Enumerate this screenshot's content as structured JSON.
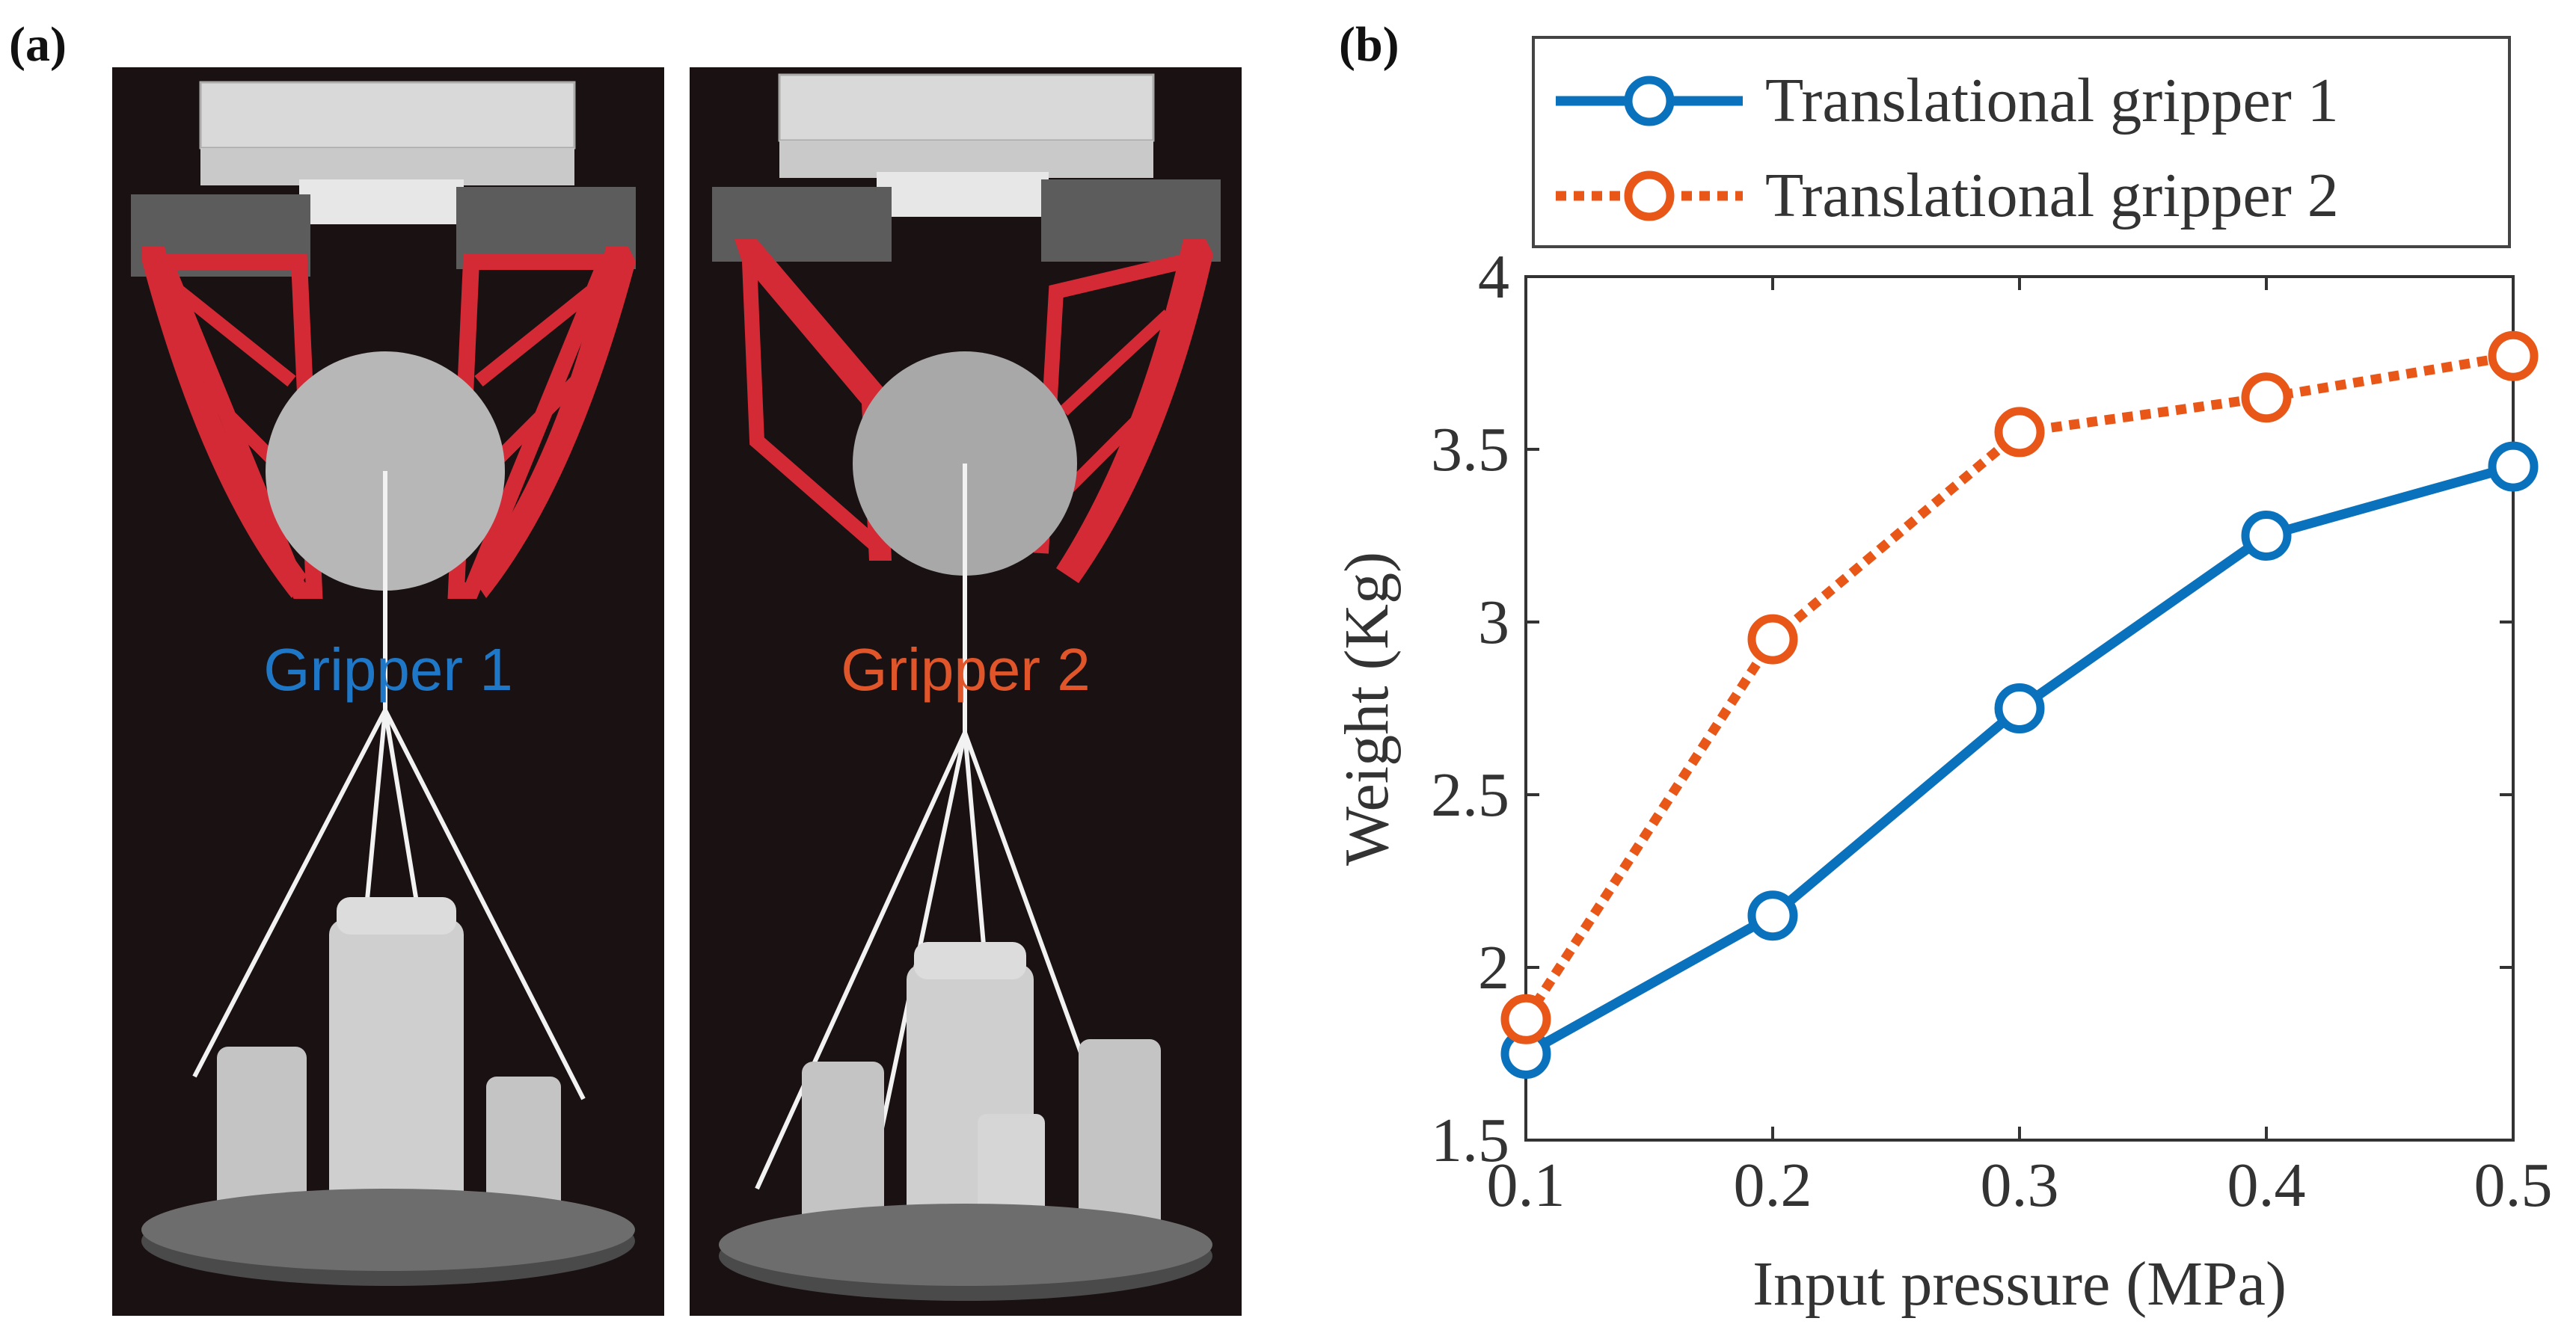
{
  "panels": {
    "a_label": "(a)",
    "b_label": "(b)"
  },
  "photos": [
    {
      "caption": "Gripper 1",
      "caption_color": "#1f77c8"
    },
    {
      "caption": "Gripper 2",
      "caption_color": "#e0562a"
    }
  ],
  "colors": {
    "finger_red": "#d42a35",
    "photo_bg": "#1a1112",
    "series1": "#0a72bd",
    "series2": "#e85618"
  },
  "chart_data": {
    "type": "line",
    "x": [
      0.1,
      0.2,
      0.3,
      0.4,
      0.5
    ],
    "series": [
      {
        "name": "Translational gripper 1",
        "values": [
          1.75,
          2.15,
          2.75,
          3.25,
          3.45
        ],
        "color": "#0a72bd",
        "line_style": "solid",
        "marker": "circle"
      },
      {
        "name": "Translational gripper 2",
        "values": [
          1.85,
          2.95,
          3.55,
          3.65,
          3.77
        ],
        "color": "#e85618",
        "line_style": "dotted",
        "marker": "circle"
      }
    ],
    "xlabel": "Input pressure (MPa)",
    "ylabel": "Weight (Kg)",
    "xlim": [
      0.1,
      0.5
    ],
    "ylim": [
      1.5,
      4
    ],
    "xticks": [
      "0.1",
      "0.2",
      "0.3",
      "0.4",
      "0.5"
    ],
    "yticks": [
      "1.5",
      "2",
      "2.5",
      "3",
      "3.5",
      "4"
    ],
    "grid": false,
    "legend_position": "top-outside"
  }
}
